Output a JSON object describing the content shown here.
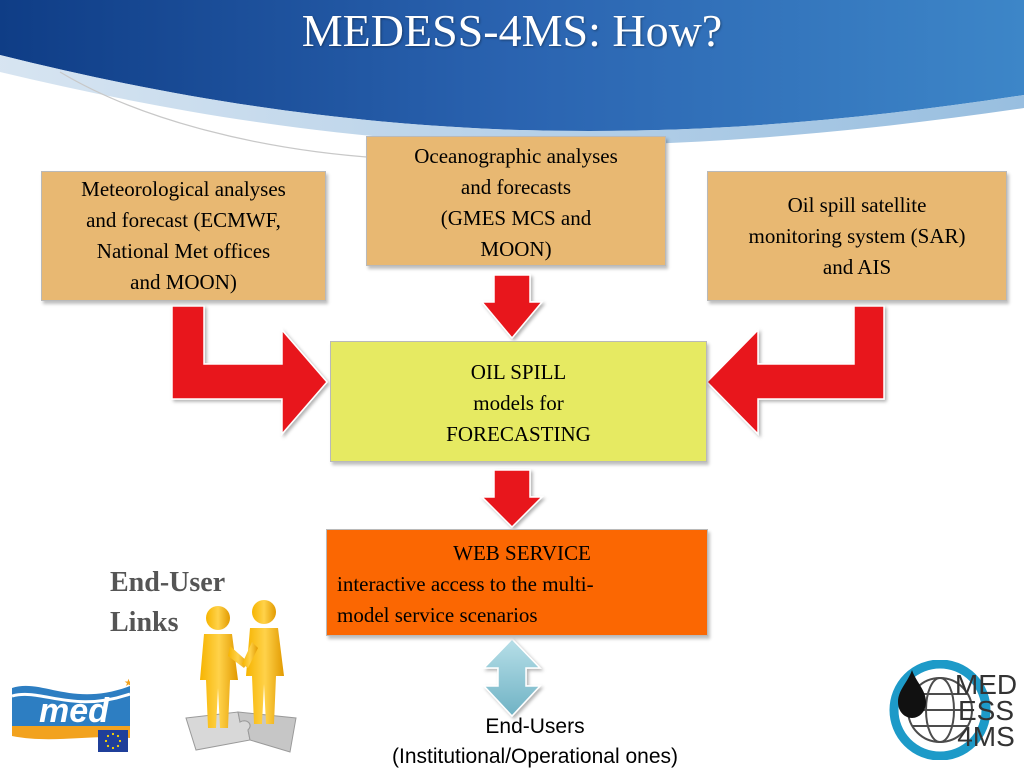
{
  "slide": {
    "title": "MEDESS-4MS: How?"
  },
  "boxes": {
    "meteorological": {
      "lines": [
        "Meteorological analyses",
        "and forecast (ECMWF,",
        "National Met offices",
        "and MOON)"
      ]
    },
    "oceanographic": {
      "lines": [
        "Oceanographic analyses",
        "and forecasts",
        "(GMES MCS and",
        "MOON)"
      ]
    },
    "oil_spill_satellite": {
      "lines": [
        "Oil spill satellite",
        "monitoring system (SAR)",
        "and AIS"
      ]
    },
    "models": {
      "lines": [
        "OIL SPILL",
        "models for",
        "FORECASTING"
      ]
    },
    "web_service": {
      "lines": [
        "WEB SERVICE",
        "interactive access to the multi-",
        "model service scenarios"
      ]
    }
  },
  "end_user_links": {
    "lines": [
      "End-User",
      "Links"
    ]
  },
  "end_users": {
    "lines": [
      "End-Users",
      "(Institutional/Operational ones)"
    ]
  },
  "logos": {
    "med": "med",
    "medess_lines": [
      "MED",
      "ESS",
      "4MS"
    ]
  },
  "colors": {
    "title_band": "#1b4f9c",
    "input_box": "#e8b872",
    "models_box": "#e6ea62",
    "web_box": "#fb6702",
    "arrow_red": "#e8141b",
    "bidirectional_arrow": "#8fc7d3"
  }
}
